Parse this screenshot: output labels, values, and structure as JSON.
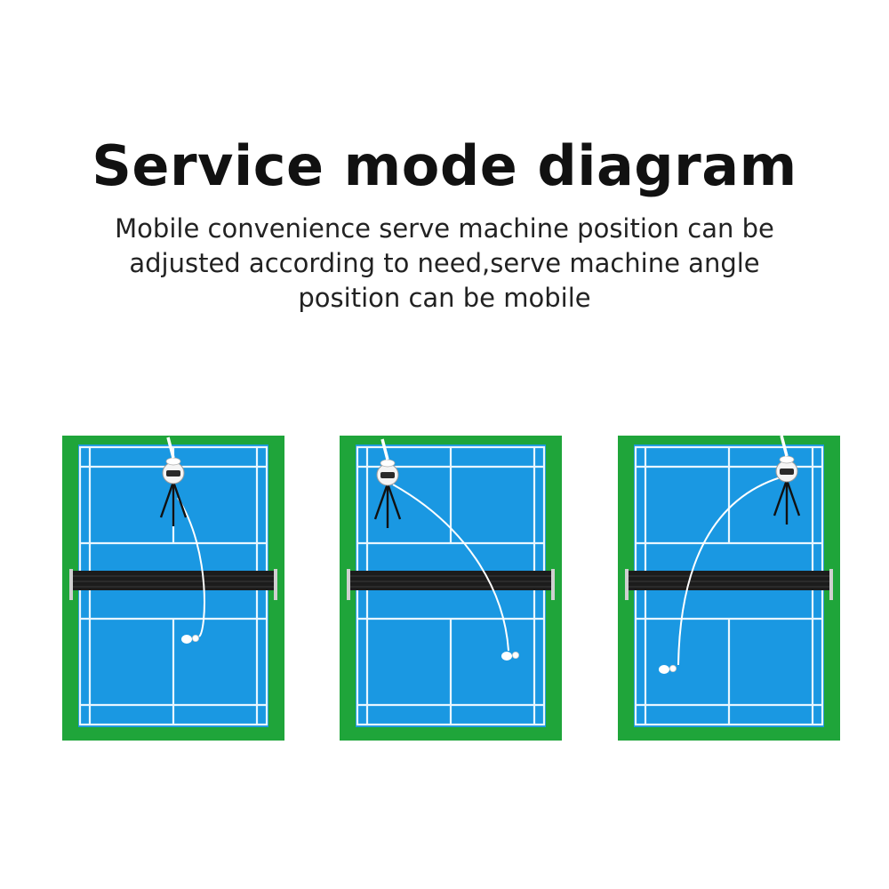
{
  "title": "Service mode diagram",
  "subtitle_lines": [
    "Mobile convenience serve machine position can be",
    "adjusted according to need,serve machine angle",
    "position can be mobile"
  ],
  "colors": {
    "court_surround": "#1fa53a",
    "court_surface": "#1a98e2",
    "court_lines": "#e8f6ff",
    "net": "#1c1c1c",
    "trajectory": "#ffffff"
  },
  "icons": [
    "serve-machine-icon",
    "shuttlecock-icon",
    "net-icon"
  ],
  "courts": [
    {
      "machine_position": "top-center",
      "landing_position": "center"
    },
    {
      "machine_position": "top-left",
      "landing_position": "right"
    },
    {
      "machine_position": "top-right",
      "landing_position": "left"
    }
  ]
}
